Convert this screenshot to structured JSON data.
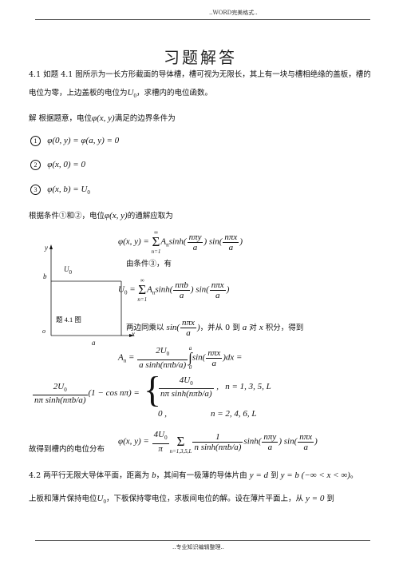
{
  "header": {
    "text": "..WORD完美格式.."
  },
  "footer": {
    "text": "..专业知识编辑整理.."
  },
  "title": "习题解答",
  "problem_4_1": {
    "text": "4.1  如题 4.1 图所示为一长方形截面的导体槽，槽可视为无限长，其上有一块与槽相绝缘的盖板，槽的电位为零，上边盖板的电位为",
    "text_end": "，求槽内的电位函数。",
    "u0": "U",
    "u0_sub": "0"
  },
  "solution": {
    "intro": "解  根据题意，电位",
    "intro_end": "满足的边界条件为",
    "phi": "φ(x, y)",
    "cond1_mark": "1",
    "cond1": "φ(0, y) = φ(a, y) = 0",
    "cond2_mark": "2",
    "cond2": "φ(x, 0) = 0",
    "cond3_mark": "3",
    "cond3": "φ(x, b) = U",
    "by_conditions": "根据条件①和②，电位",
    "general_solution": "的通解应取为",
    "from_cond3": "由条件③，有",
    "multiply_text": "两边同乘以",
    "integrate_text": "，并从 0 到",
    "integrate_text2": "对",
    "integrate_text3": "积分，得到",
    "final_text": "故得到槽内的电位分布",
    "case_odd": "n = 1, 3, 5, L",
    "case_even": "n = 2, 4, 6, L"
  },
  "figure": {
    "caption": "题 4.1 图",
    "label_y": "y",
    "label_x": "x",
    "label_b": "b",
    "label_a": "a",
    "label_o": "o",
    "label_u0": "U",
    "label_u0_sub": "0"
  },
  "problem_4_2": {
    "line1": "4.2  两平行无限大导体平面，距离为",
    "line1_b": "，其间有一极薄的导体片由",
    "line1_c": "到",
    "line1_d": "。",
    "y_eq_d": "y = d",
    "y_eq_b": "y = b  (−∞ < x < ∞)",
    "line2": "上板和薄片保持电位",
    "line2_b": "，下板保持零电位，求板间电位的解。设在薄片平面上，从",
    "line2_c": "到",
    "y_eq_0": "y = 0"
  }
}
